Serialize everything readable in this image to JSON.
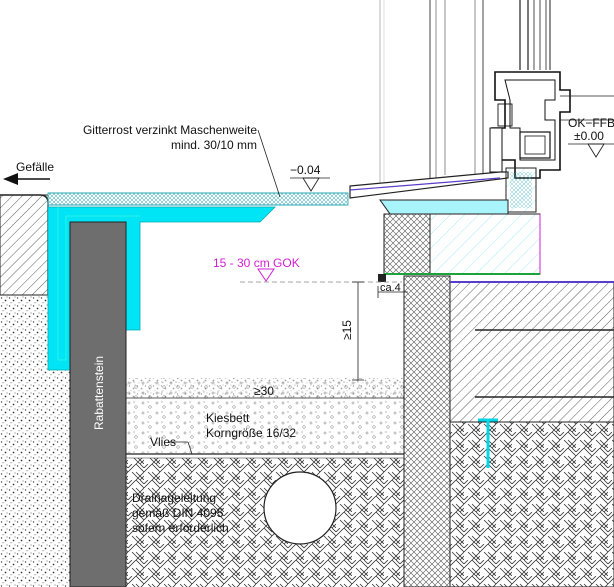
{
  "labels": {
    "slope": "Gefälle",
    "grating_line1": "Gitterrost verzinkt Maschenweite",
    "grating_line2": "mind. 30/10 mm",
    "level_grating": "−0.04",
    "level_floor_line1": "OK−FFB",
    "level_floor_line2": "±0.00",
    "ground_level": "15 - 30 cm GOK",
    "gap": "ca.4",
    "height": "≥15",
    "width": "≥30",
    "curb": "Rabattenstein",
    "gravel_line1": "Kiesbett",
    "gravel_line2": "Korngröße 16/32",
    "fleece": "Vlies",
    "drain_line1": "Drainageleitung",
    "drain_line2": "gemäß DIN 4095",
    "drain_line3": "sofern erforderlich"
  },
  "colors": {
    "line": "#222222",
    "cyan": "#00e5f5",
    "cyan_light": "#a9f3fa",
    "curb": "#6e6e6e",
    "magenta": "#d21fd2",
    "purple": "#5a3dc8",
    "green": "#1ea33c"
  }
}
